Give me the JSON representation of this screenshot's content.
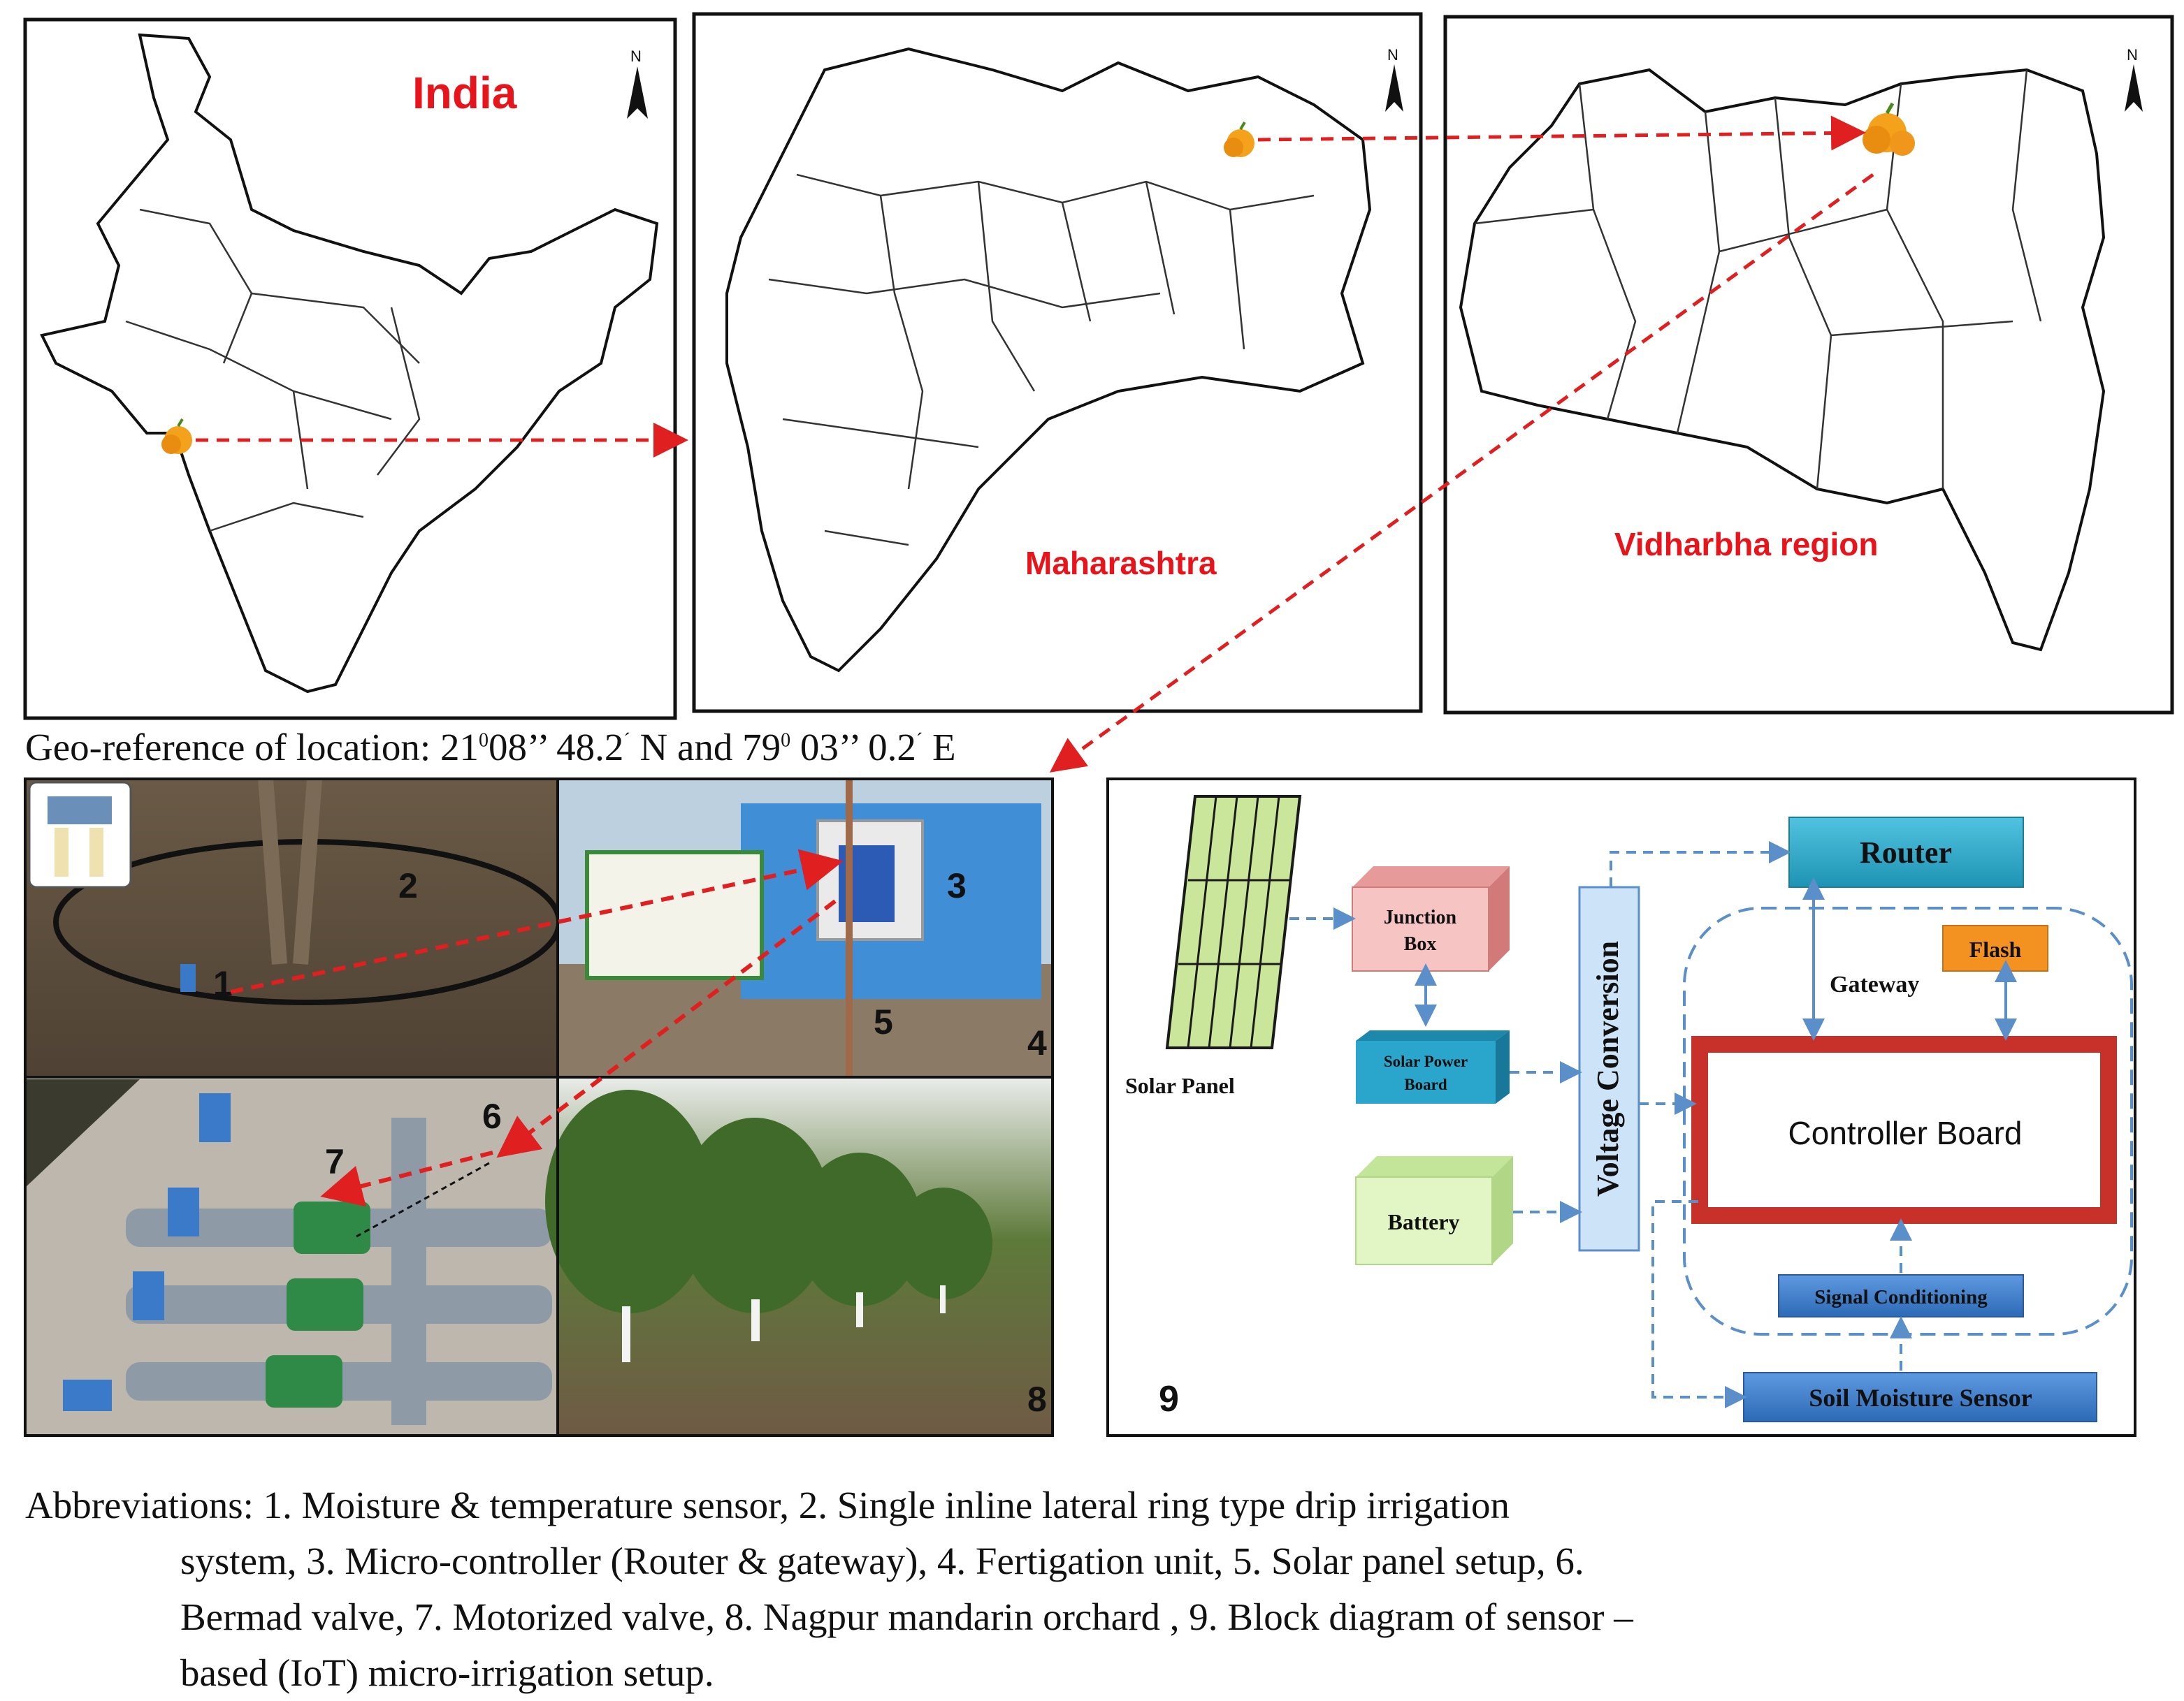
{
  "maps": {
    "india": {
      "title": "India",
      "north": "N"
    },
    "maharashtra": {
      "title": "Maharashtra",
      "north": "N"
    },
    "vidharbha": {
      "title": "Vidharbha region",
      "north": "N"
    }
  },
  "georef": {
    "prefix": "Geo-reference of location: 21",
    "deg1": "0",
    "mid1": "08’’ 48.2",
    "min1": "´",
    "mid2": " N  and 79",
    "deg2": "0",
    "mid3": " 03’’ 0.2",
    "min2": "´",
    "suffix": " E"
  },
  "photos": {
    "p1": "1",
    "p2": "2",
    "p3": "3",
    "p4": "4",
    "p5": "5",
    "p6": "6",
    "p7": "7",
    "p8": "8"
  },
  "block": {
    "number": "9",
    "solar_panel": "Solar Panel",
    "junction_box": [
      "Junction",
      "Box"
    ],
    "solar_power_board": [
      "Solar Power",
      "Board"
    ],
    "battery": "Battery",
    "voltage_conversion": "Voltage Conversion",
    "router": "Router",
    "gateway": "Gateway",
    "flash": "Flash",
    "controller_board": "Controller Board",
    "signal_conditioning": "Signal Conditioning",
    "soil_moisture_sensor": "Soil Moisture Sensor"
  },
  "caption": {
    "line1": "Abbreviations: 1. Moisture & temperature sensor, 2.  Single inline lateral ring type drip irrigation",
    "line2": "system, 3. Micro-controller (Router &   gateway), 4. Fertigation unit, 5. Solar panel setup, 6.",
    "line3": "Bermad valve, 7. Motorized valve, 8. Nagpur mandarin orchard , 9. Block diagram of sensor –",
    "line4": "based (IoT) micro-irrigation setup."
  },
  "colors": {
    "arrow": "#e02020",
    "title_red": "#e8141b",
    "router": "#29a8c6",
    "junction": "#f4b4b4",
    "solar_board": "#2aa6cc",
    "battery": "#d9f2b0",
    "flash": "#f39221",
    "controller_border": "#c8302a",
    "signal": "#3d7ec9",
    "dash_blue": "#5b8fc9"
  }
}
